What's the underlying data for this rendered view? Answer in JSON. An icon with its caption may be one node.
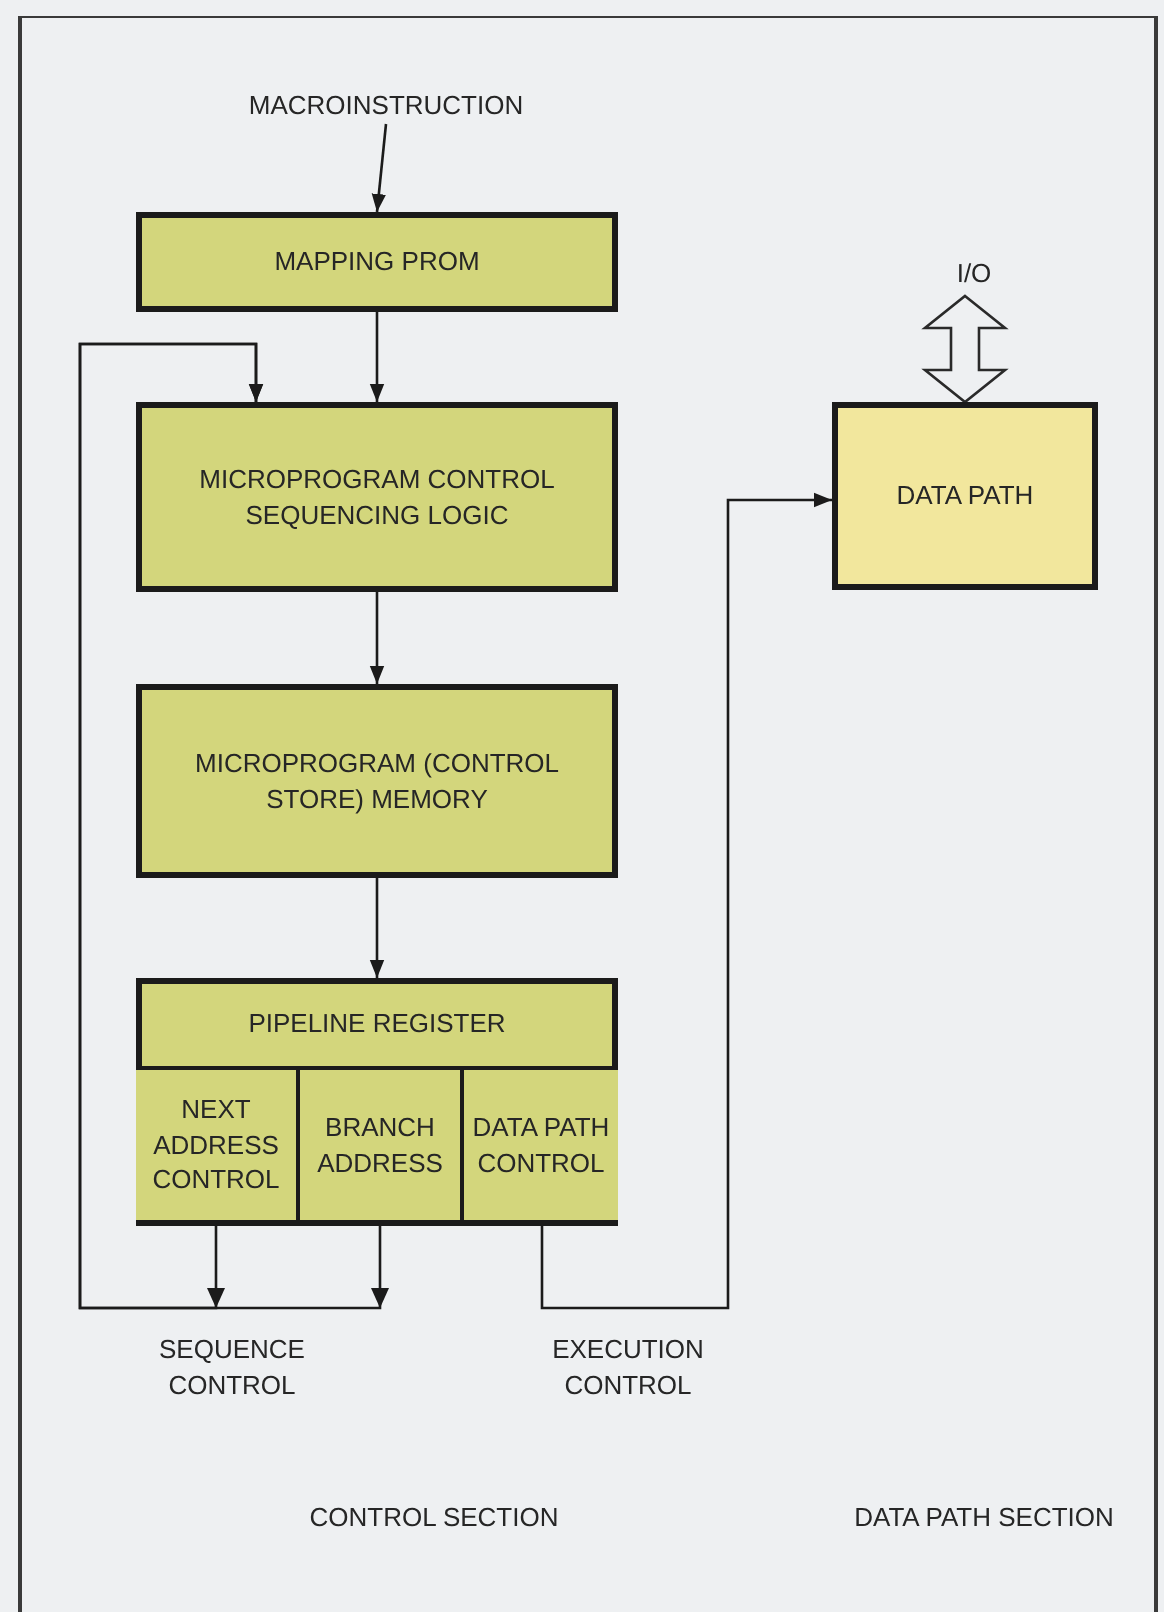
{
  "diagram": {
    "nodes": [
      {
        "text": [
          "MACROINSTRUCTION"
        ]
      },
      {
        "text": [
          "MAPPING PROM"
        ]
      },
      {
        "text": [
          "MICROPROGRAM CONTROL SEQUENCING LOGIC"
        ]
      },
      {
        "text": [
          "MICROPROGRAM (CONTROL STORE) MEMORY"
        ]
      },
      {
        "text": [
          "PIPELINE REGISTER"
        ]
      },
      {
        "text": [
          "NEXT ADDRESS CONTROL"
        ],
        "in": 4
      },
      {
        "text": [
          "BRANCH ADDRESS"
        ],
        "in": 4
      },
      {
        "text": [
          "DATA PATH CONTROL"
        ],
        "in": 4
      },
      {
        "text": [
          "DATA PATH"
        ]
      },
      {
        "text": [
          "I/O"
        ]
      }
    ],
    "edges": [
      {
        "from": 0,
        "to": 1,
        "arrow": "to"
      },
      {
        "from": 1,
        "to": 2,
        "arrow": "to"
      },
      {
        "from": 2,
        "to": 3,
        "arrow": "to"
      },
      {
        "from": 3,
        "to": 4,
        "arrow": "to"
      },
      {
        "from": 5,
        "to": 2,
        "arrow": "to"
      },
      {
        "from": 6,
        "to": 2,
        "arrow": "to"
      },
      {
        "from": 7,
        "to": 8,
        "arrow": "to"
      },
      {
        "from": 9,
        "to": 8,
        "arrow": "both",
        "style": "thick"
      }
    ],
    "labels": [
      "SEQUENCE CONTROL",
      "EXECUTION CONTROL",
      "CONTROL SECTION",
      "DATA PATH SECTION"
    ]
  }
}
